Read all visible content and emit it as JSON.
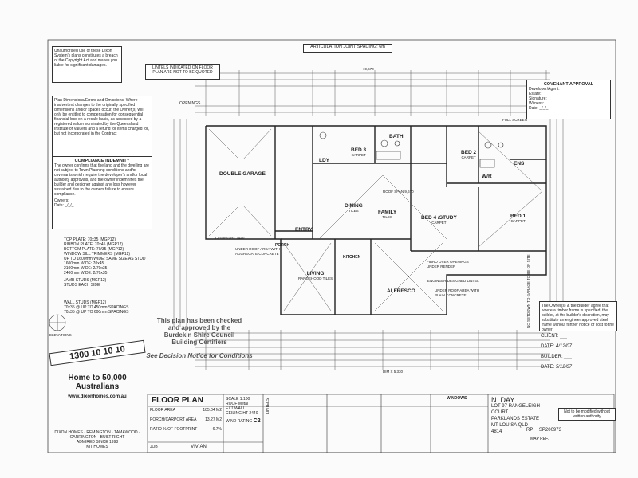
{
  "header": {
    "articulation": "ARTICULATION JOINT SPACING: 6m",
    "lintels_note": "LINTELS INDICATED ON FLOOR PLAN ARE NOT TO BE QUOTED",
    "openings": "OPENINGS",
    "overall_top": "19,670"
  },
  "copyright": "Unauthorised use of these Dixon System's plans constitutes a breach of the Copyright Act and makes you liable for significant damages.",
  "dimensions_notice": "Plan Dimensions/Errors and Omissions. Where inadvertent changes to the originally specified dimensions and/or spaces occur, the Owner(s) will only be entitled to compensation for consequential financial loss on a resale basis, as assessed by a registered valuer nominated by the Queensland Institute of Valuers and a refund for items charged for, but not incorporated in the Contract",
  "compliance": {
    "title": "COMPLIANCE INDEMNITY",
    "body": "The owner confirms that the land and the dwelling are not subject to Town Planning conditions and/or covenants which require the developer's and/or local authority approvals, and the owner indemnifies the builder and designer against any loss however sustained due to the owners failure to ensure compliance.",
    "owners": "Owners:",
    "owner_lines": [
      "Owners:",
      "Date: _/_/_"
    ]
  },
  "covenant": {
    "title": "COVENANT APPROVAL",
    "fields": [
      "Developer/Agent:",
      "Estate:",
      "Signature:",
      "Witness:",
      "Date: _/_/_"
    ]
  },
  "plates": [
    "TOP PLATE: 70x35 (MGP12)",
    "RIBBON PLATE: 70x45 (MGP12)",
    "BOTTOM PLATE: 70/35 (MGP12)",
    "WINDOW SILL TRIMMERS (MGP12)",
    "UP TO 1600mm WIDE: SAME SIZE AS STUD",
    "1600mm WIDE: 70x45",
    "2100mm WIDE: 2/70x35",
    "2400mm WIDE: 2/70x35",
    "JAMB STUDS (MGP12)",
    "STUDS EACH SIDE",
    "WALL STUDS (MGP12)",
    "70x35 @ UP TO 450mm SPACINGS",
    "70x35 @ UP TO 600mm SPACINGS"
  ],
  "rooms": {
    "garage": "DOUBLE GARAGE",
    "entry": "ENTRY",
    "dining": "DINING",
    "dining_sub": "TILES",
    "family": "FAMILY",
    "family_sub": "TILES",
    "bed3": "BED 3",
    "bed3_sub": "CARPET",
    "bed2": "BED 2",
    "bed2_sub": "CARPET",
    "bed4": "BED 4 /STUDY",
    "bed4_sub": "CARPET",
    "bed1": "BED 1",
    "bed1_sub": "CARPET",
    "living": "LIVING",
    "living_sub": "RANGEHOOD TILES",
    "alfresco": "ALFRESCO",
    "bath": "BATH",
    "ens": "ENS",
    "ldy": "LDY",
    "wir": "W/R",
    "kitchen": "KITCHEN",
    "porch": "PORCH"
  },
  "plan_notes": {
    "full_screen": "FULL SCREEN",
    "ceiling_height": "CEILING HT 2440",
    "under_roof": "UNDER ROOF AREA WITH AGGREGATE CONCRETE",
    "engineer_lintel": "ENGINEER DESIGNED LINTEL",
    "fibro": "FIBRO OVER OPENINGS UNDER RENDER",
    "plain_concrete": "UNDER ROOF AREA WITH PLAIN CONCRETE",
    "roof_span": "ROOF SPAN 9,670",
    "elevations": "ELEVATIONS"
  },
  "approval_stamp": {
    "line1": "This plan has been checked",
    "line2": "and approved by the",
    "line3": "Burdekin Shire Council",
    "line4": "Building Certifiers",
    "decision": "See Decision Notice for Conditions"
  },
  "builder_note": "The Owner(s) & the Builder agree that where a timber frame is specified, the builder, at the builder's discretion, may substitute an engineer approved steel frame without further notice or cost to the owner",
  "signoff": {
    "client": "CLIENT:",
    "date": "DATE:",
    "builder": "BUILDER:",
    "dates": [
      "4/12/07",
      "5/12/07"
    ],
    "setbacks": "NO SETDOWN TO GARAGE TO BE ON SITE",
    "not_modified": "Not to be modified without written authority"
  },
  "promo": {
    "phone": "1300 10 10 10",
    "headline": "Home to 50,000 Australians",
    "website": "www.dixonhomes.com.au",
    "brands": [
      "DIXON HOMES",
      "REMINGTON",
      "TAMAWOOD",
      "CARRINGTON",
      "BUILT RIGHT"
    ],
    "admired": "ADMIRED SINCE 1998",
    "kit_homes": "KIT HOMES"
  },
  "title_block": {
    "title": "FLOOR PLAN",
    "floor_area_label": "FLOOR AREA",
    "floor_area": "185.04 M2",
    "porch_label": "PORCH/CARPORT AREA",
    "porch_area": "13.27 M2",
    "ratio_label": "RATIO % OF FOOTPRINT",
    "ratio": "6.7%",
    "scale_label": "SCALE",
    "scale": "1:100",
    "roof_label": "ROOF",
    "roof": "Metal",
    "ext_wall_label": "EXT WALL",
    "ceiling_label": "CEILING HT",
    "ceiling": "2440",
    "wind_label": "WIND RATING",
    "wind": "C2",
    "job_label": "JOB",
    "design": "VIVIAN",
    "lintels": "LINTELS",
    "windows_header": "WINDOWS",
    "client_name": "N. DAY",
    "lot": "LOT 97 RANGELEIGH COURT",
    "estate": "PARKLANDS ESTATE",
    "town": "MT LOUISA QLD",
    "postcode": "4814",
    "rp_label": "RP",
    "rp": "SP200973",
    "map_ref": "MAP REF."
  },
  "bottom_dim": "DIM X 5,330",
  "colors": {
    "ink": "#333333",
    "paper": "#ffffff",
    "stamp": "#555555"
  }
}
